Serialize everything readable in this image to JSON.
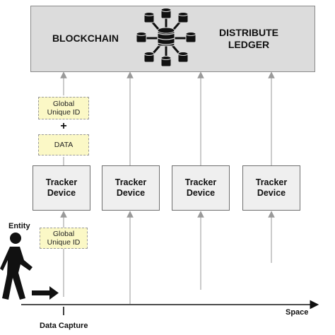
{
  "blockchain": {
    "left_label": "BLOCKCHAIN",
    "right_label_line1": "DISTRIBUTE",
    "right_label_line2": "LEDGER",
    "icon": "database-network-icon"
  },
  "packet": {
    "id_line1": "Global",
    "id_line2": "Unique ID",
    "plus": "+",
    "data": "DATA"
  },
  "trackers": [
    {
      "line1": "Tracker",
      "line2": "Device"
    },
    {
      "line1": "Tracker",
      "line2": "Device"
    },
    {
      "line1": "Tracker",
      "line2": "Device"
    },
    {
      "line1": "Tracker",
      "line2": "Device"
    }
  ],
  "entity": {
    "label": "Entity",
    "id_line1": "Global",
    "id_line2": "Unique ID",
    "icon": "walking-person-icon"
  },
  "axis": {
    "space_label": "Space",
    "capture_label": "Data Capture"
  }
}
